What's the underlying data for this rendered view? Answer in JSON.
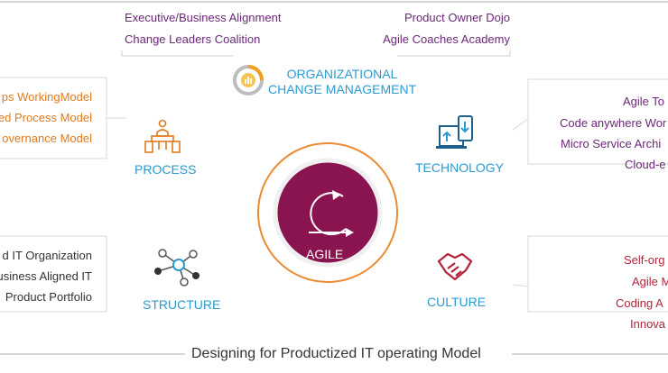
{
  "top": {
    "left_items": [
      "Executive/Business Alignment",
      "Change Leaders Coalition"
    ],
    "right_items": [
      "Product Owner Dojo",
      "Agile Coaches Academy"
    ],
    "title_line1": "ORGANIZATIONAL",
    "title_line2": "CHANGE MANAGEMENT"
  },
  "process": {
    "label": "PROCESS",
    "items": [
      "ps WorkingModel",
      "ed Process Model",
      "overnance Model"
    ]
  },
  "technology": {
    "label": "TECHNOLOGY",
    "items": [
      "Agile To",
      "Code anywhere Wor",
      "Micro Service Archi",
      "Cloud-e"
    ]
  },
  "structure": {
    "label": "STRUCTURE",
    "items": [
      "d IT Organization",
      "usiness Aligned IT",
      "Product Portfolio"
    ]
  },
  "culture": {
    "label": "CULTURE",
    "items": [
      "Self-org",
      "Agile M",
      "Coding A",
      "Innova"
    ]
  },
  "center": {
    "label": "AGILE"
  },
  "footer": {
    "title": "Designing for Productized IT operating Model"
  },
  "colors": {
    "purple": "#6b2878",
    "orange": "#e07a1e",
    "blue": "#2a9bd0",
    "maroon": "#b4233c",
    "agile_fill": "#8a1450"
  }
}
